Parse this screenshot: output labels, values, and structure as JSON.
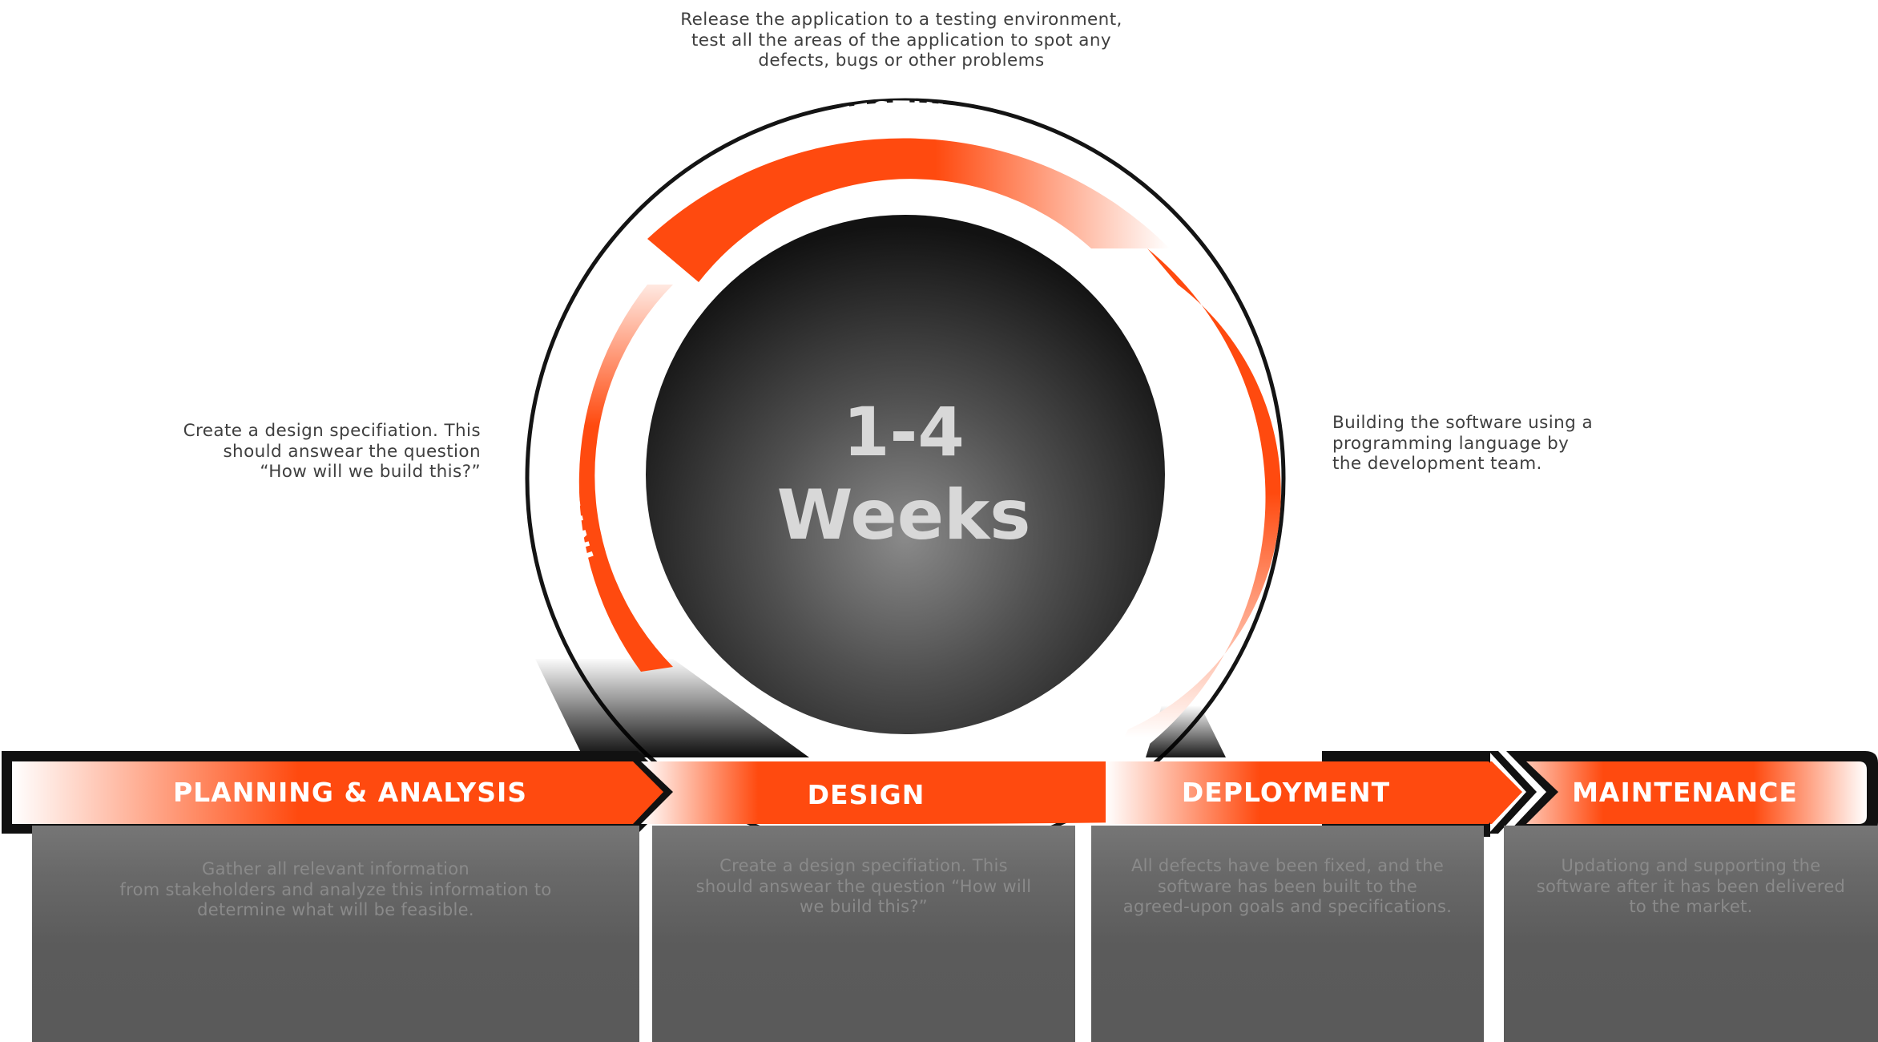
{
  "cycle": {
    "duration_line1": "1-4",
    "duration_line2": "Weeks",
    "arcs": [
      "TESTING",
      "IMPLEMENTATION",
      "INTEGRAION"
    ]
  },
  "callouts": {
    "top": [
      "Release the application to a testing environment,",
      "test all the areas of the application to spot any",
      "defects, bugs or other problems"
    ],
    "left": [
      "Create a design specifiation. This",
      "should answear the question",
      "“How will we build this?”"
    ],
    "right": [
      "Building the software using a",
      "programming language by",
      "the development team."
    ]
  },
  "stages": [
    {
      "label": "PLANNING & ANALYSIS",
      "description": [
        "Gather all relevant information",
        "from stakeholders and analyze this information to",
        "determine what will be feasible."
      ]
    },
    {
      "label": "DESIGN",
      "description": [
        "Create a design specifiation. This",
        "should answear the question “How will",
        "we build this?”"
      ]
    },
    {
      "label": "DEPLOYMENT",
      "description": [
        "All defects have been fixed, and the",
        "software has been built to the",
        "agreed-upon goals and specifications."
      ]
    },
    {
      "label": "MAINTENANCE",
      "description": [
        "Updationg and supporting the",
        "software after it has been delivered",
        "to the market."
      ]
    }
  ],
  "colors": {
    "accent": "#ff4a0f",
    "dark": "#141414",
    "box": "#5c5c5c"
  }
}
